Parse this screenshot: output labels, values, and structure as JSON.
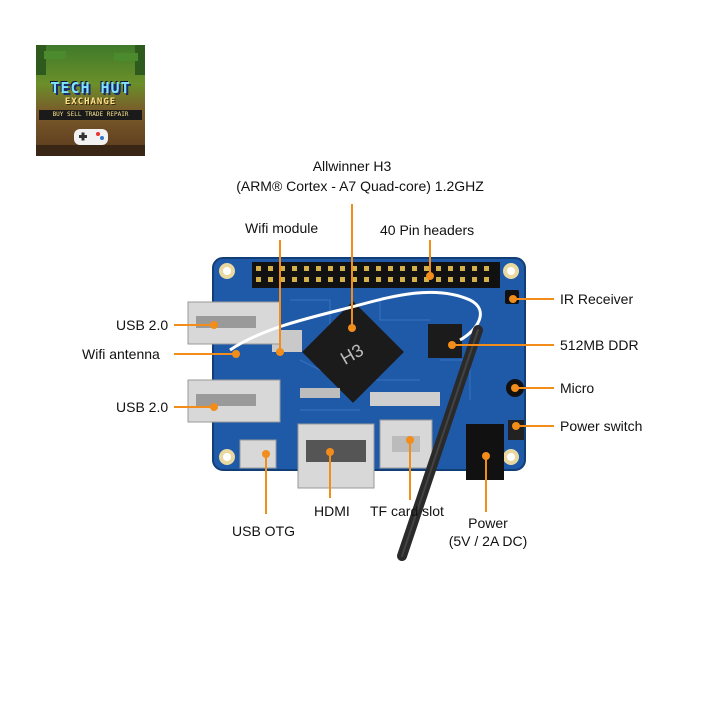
{
  "logo": {
    "title": "TECH HUT",
    "subtitle": "EXCHANGE",
    "tagline": "BUY SELL TRADE REPAIR"
  },
  "labels": {
    "cpu_line1": "Allwinner H3",
    "cpu_line2": "(ARM® Cortex  - A7 Quad-core) 1.2GHZ",
    "wifi_module": "Wifi module",
    "pin_headers": "40 Pin headers",
    "usb_top": "USB 2.0",
    "wifi_antenna": "Wifi antenna",
    "usb_bottom": "USB 2.0",
    "ir_receiver": "IR Receiver",
    "ddr": "512MB DDR",
    "micro": "Micro",
    "power_switch": "Power switch",
    "usb_otg": "USB OTG",
    "hdmi": "HDMI",
    "tf_card": "TF card slot",
    "power_line1": "Power",
    "power_line2": "(5V / 2A DC)"
  },
  "chip_text": "H3",
  "colors": {
    "accent": "#f28c1a",
    "board": "#1f5aa8",
    "chip": "#1b1b1b",
    "metal": "#d8d8d8"
  }
}
